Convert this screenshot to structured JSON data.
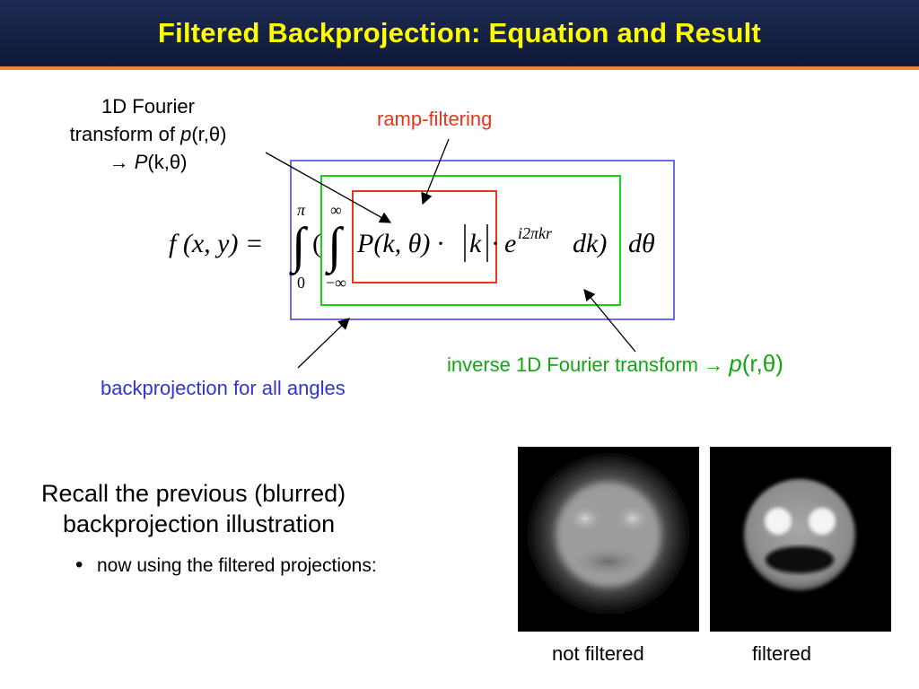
{
  "title": "Filtered Backprojection: Equation and Result",
  "labels": {
    "fourier_line1": "1D Fourier",
    "fourier_line2_prefix": "transform of",
    "fourier_line2_p": "p",
    "fourier_line2_args": "(r,θ)",
    "fourier_line3_arrow": "→",
    "fourier_line3_P": "P",
    "fourier_line3_args": "(k,θ)",
    "ramp": "ramp-filtering",
    "inverse_text": "inverse 1D Fourier transform",
    "inverse_arrow": "→",
    "inverse_p": "p",
    "inverse_args": "(r,θ)",
    "backprojection": "backprojection for all angles"
  },
  "equation": {
    "lhs": "f (x, y) =",
    "outer_upper": "π",
    "outer_lower": "0",
    "inner_upper": "∞",
    "inner_lower": "−∞",
    "open_paren": "(",
    "integrand": "P(k, θ) ·",
    "abs_k": "k",
    "dot": "·",
    "exp_base": "e",
    "exp_power": "i2πkr",
    "dk": "dk)",
    "dtheta": "dθ"
  },
  "body_text": {
    "recall_line1": "Recall the previous (blurred)",
    "recall_line2": "backprojection illustration",
    "bullet": "now using the filtered projections:"
  },
  "captions": {
    "left": "not filtered",
    "right": "filtered"
  },
  "colors": {
    "title_bg": "#10193a",
    "title_text": "#ffff00",
    "title_underline": "#e8833a",
    "ramp_box": "#e8341c",
    "inverse_box": "#13d613",
    "backproj_box": "#6c6ce8",
    "ramp_label": "#e8341c",
    "inverse_label": "#13a613",
    "backproj_label": "#3232d8"
  }
}
